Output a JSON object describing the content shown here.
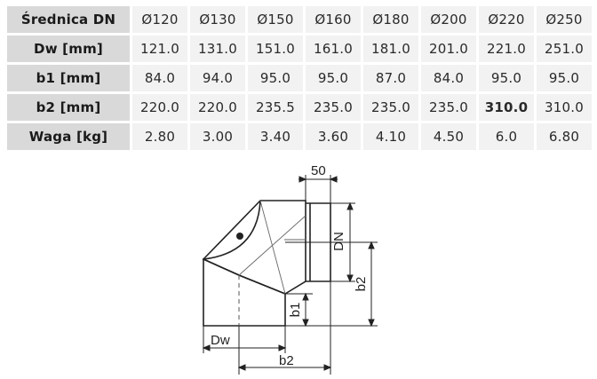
{
  "table": {
    "rows": [
      {
        "label": "Średnica DN",
        "cells": [
          "Ø120",
          "Ø130",
          "Ø150",
          "Ø160",
          "Ø180",
          "Ø200",
          "Ø220",
          "Ø250"
        ]
      },
      {
        "label": "Dw [mm]",
        "cells": [
          "121.0",
          "131.0",
          "151.0",
          "161.0",
          "181.0",
          "201.0",
          "221.0",
          "251.0"
        ]
      },
      {
        "label": "b1 [mm]",
        "cells": [
          "84.0",
          "94.0",
          "95.0",
          "95.0",
          "87.0",
          "84.0",
          "95.0",
          "95.0"
        ]
      },
      {
        "label": "b2 [mm]",
        "cells": [
          "220.0",
          "220.0",
          "235.5",
          "235.0",
          "235.0",
          "235.0",
          "310.0",
          "310.0"
        ]
      },
      {
        "label": "Waga [kg]",
        "cells": [
          "2.80",
          "3.00",
          "3.40",
          "3.60",
          "4.10",
          "4.50",
          "6.0",
          "6.80"
        ]
      }
    ]
  },
  "diagram": {
    "label_50": "50",
    "label_dn": "DN",
    "label_b2_right": "b2",
    "label_b1": "b1",
    "label_dw": "Dw",
    "label_b2_bottom": "b2"
  }
}
